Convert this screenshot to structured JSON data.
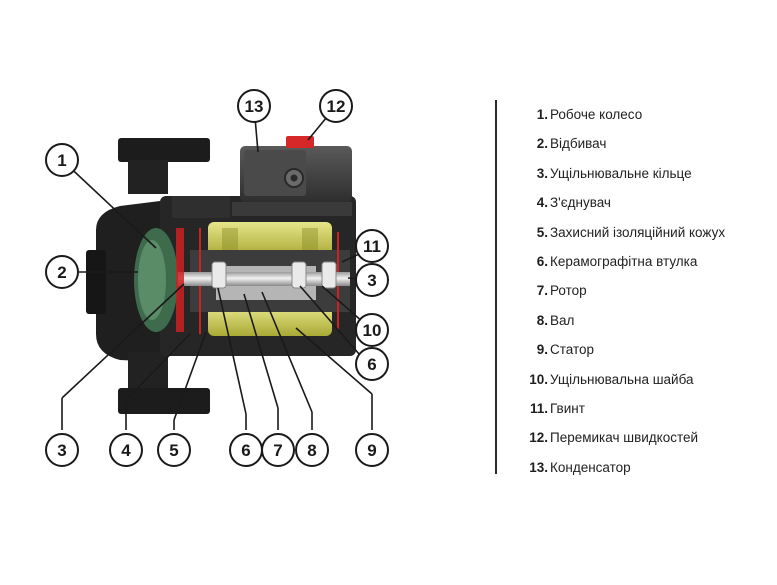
{
  "callouts": [
    {
      "id": "c1",
      "num": "1"
    },
    {
      "id": "c2",
      "num": "2"
    },
    {
      "id": "c3a",
      "num": "3"
    },
    {
      "id": "c3b",
      "num": "3"
    },
    {
      "id": "c4",
      "num": "4"
    },
    {
      "id": "c5",
      "num": "5"
    },
    {
      "id": "c6a",
      "num": "6"
    },
    {
      "id": "c6b",
      "num": "6"
    },
    {
      "id": "c7",
      "num": "7"
    },
    {
      "id": "c8",
      "num": "8"
    },
    {
      "id": "c9",
      "num": "9"
    },
    {
      "id": "c10",
      "num": "10"
    },
    {
      "id": "c11",
      "num": "11"
    },
    {
      "id": "c12",
      "num": "12"
    },
    {
      "id": "c13",
      "num": "13"
    }
  ],
  "legend": [
    {
      "num": "1.",
      "label": "Робоче колесо"
    },
    {
      "num": "2.",
      "label": "Відбивач"
    },
    {
      "num": "3.",
      "label": "Ущільнювальне кільце"
    },
    {
      "num": "4.",
      "label": "З'єднувач"
    },
    {
      "num": "5.",
      "label": "Захисний ізоляційний кожух"
    },
    {
      "num": "6.",
      "label": "Керамографітна втулка"
    },
    {
      "num": "7.",
      "label": "Ротор"
    },
    {
      "num": "8.",
      "label": "Вал"
    },
    {
      "num": "9.",
      "label": "Статор"
    },
    {
      "num": "10.",
      "label": "Ущільнювальна шайба"
    },
    {
      "num": "11.",
      "label": "Гвинт"
    },
    {
      "num": "12.",
      "label": "Перемикач швидкостей"
    },
    {
      "num": "13.",
      "label": "Конденсатор"
    }
  ],
  "colors": {
    "pump_body": "#1c1c1c",
    "motor_housing": "#3a3a3a",
    "stator_winding": "#c9c94a",
    "impeller": "#4c7a5a",
    "seal_ring": "#cc2222",
    "speed_switch": "#d62828",
    "shaft": "#d9d9d9",
    "callout_stroke": "#1a1a1a"
  }
}
